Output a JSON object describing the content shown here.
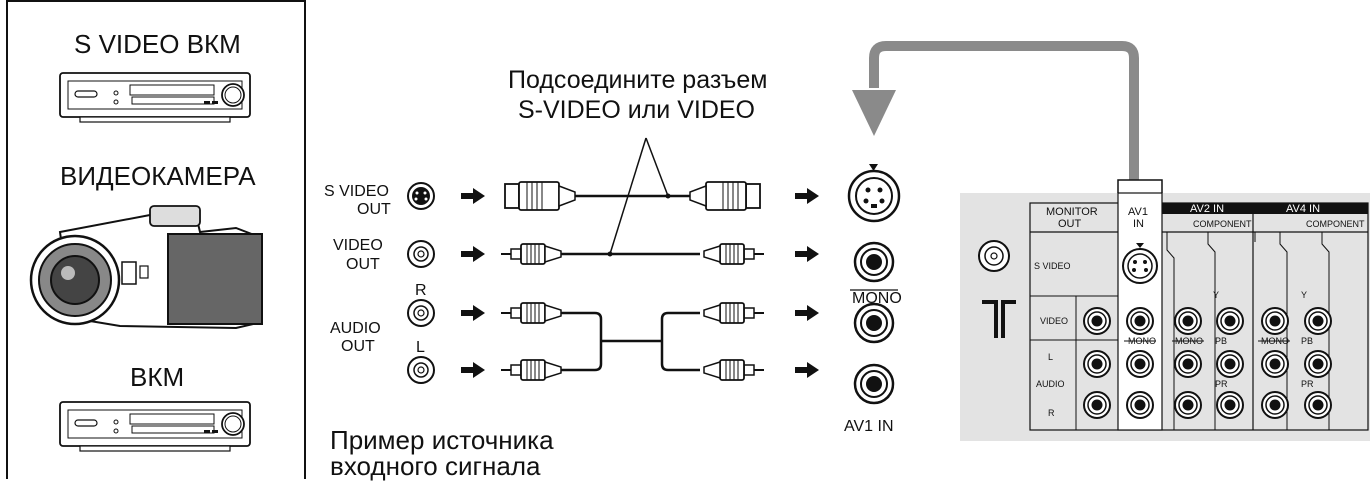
{
  "sources": {
    "svideo_vcr_label": "S VIDEO ВКМ",
    "camcorder_label": "ВИДЕОКАМЕРА",
    "vcr_label": "ВКМ"
  },
  "instruction": {
    "line1": "Подсоедините разъем",
    "line2": "S-VIDEO или VIDEO"
  },
  "outputs": {
    "svideo_out_1": "S VIDEO",
    "svideo_out_2": "OUT",
    "video_out_1": "VIDEO",
    "video_out_2": "OUT",
    "audio_out_1": "AUDIO",
    "audio_out_2": "OUT",
    "r": "R",
    "l": "L"
  },
  "tv_inputs": {
    "mono": "MONO",
    "av1_in": "AV1 IN"
  },
  "caption": {
    "line1": "Пример источника",
    "line2": "входного сигнала"
  },
  "panel": {
    "monitor_out_1": "MONITOR",
    "monitor_out_2": "OUT",
    "av1_1": "AV1",
    "av1_2": "IN",
    "av2_in": "AV2 IN",
    "av4_in": "AV4 IN",
    "component_1": "COMPONENT",
    "component_2": "COMPONENT",
    "s_video": "S VIDEO",
    "video": "VIDEO",
    "audio_l": "L",
    "audio": "AUDIO",
    "audio_r": "R",
    "mono_1": "MONO",
    "mono_2": "MONO",
    "mono_3": "MONO",
    "y_1": "Y",
    "y_2": "Y",
    "pb_1": "PB",
    "pb_2": "PB",
    "pr_1": "PR",
    "pr_2": "PR"
  },
  "colors": {
    "line": "#111111",
    "panel_bg": "#e3e3e3",
    "arrow_gray": "#8a8a8a"
  }
}
